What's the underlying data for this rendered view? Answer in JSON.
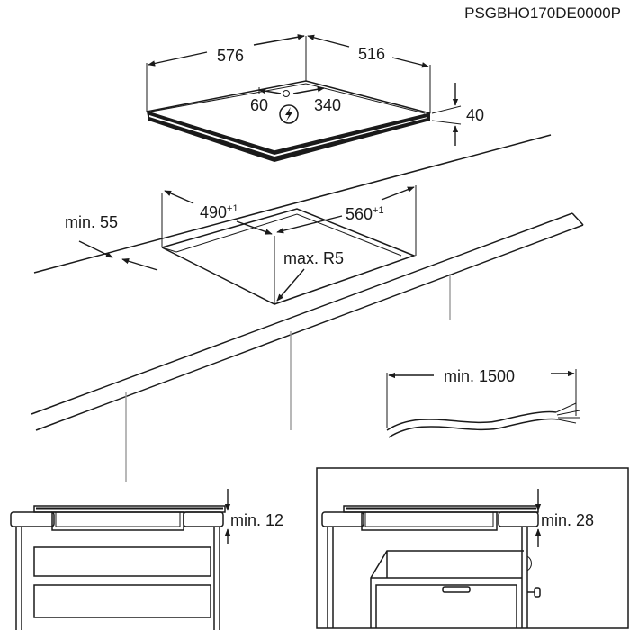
{
  "doc_code": "PSGBHO170DE0000P",
  "hob": {
    "width": "576",
    "depth": "516",
    "thickness": "40",
    "supply_offset_a": "60",
    "supply_offset_b": "340",
    "power_icon": "lightning-icon"
  },
  "cutout": {
    "width": "490",
    "width_tol": "+1",
    "depth": "560",
    "depth_tol": "+1",
    "edge_min": "min. 55",
    "corner_radius": "max. R5"
  },
  "cable": {
    "length_min": "min. 1500"
  },
  "install": {
    "drawer_gap": "min. 12",
    "oven_gap": "min. 28"
  }
}
